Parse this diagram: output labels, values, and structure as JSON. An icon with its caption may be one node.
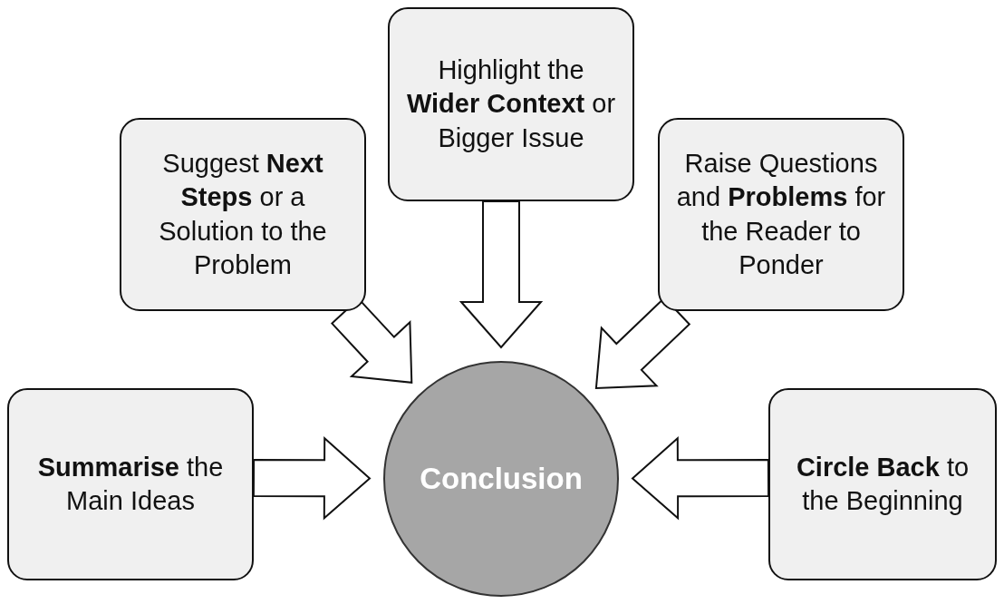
{
  "diagram": {
    "nodes": [
      {
        "text": [
          "Highlight the **Wider Context** or Bigger Issue"
        ]
      },
      {
        "text": [
          "Suggest **Next Steps** or a Solution to the Problem"
        ]
      },
      {
        "text": [
          "Raise Questions and **Problems** for the Reader to Ponder"
        ]
      },
      {
        "text": [
          "**Summarise** the Main Ideas"
        ]
      },
      {
        "text": [
          "Conclusion"
        ]
      },
      {
        "text": [
          "**Circle Back** to the Beginning"
        ]
      }
    ],
    "edges": [
      {
        "from": 0,
        "to": 4,
        "arrow": "to"
      },
      {
        "from": 1,
        "to": 4,
        "arrow": "to"
      },
      {
        "from": 2,
        "to": 4,
        "arrow": "to"
      },
      {
        "from": 3,
        "to": 4,
        "arrow": "to"
      },
      {
        "from": 5,
        "to": 4,
        "arrow": "to"
      }
    ]
  }
}
